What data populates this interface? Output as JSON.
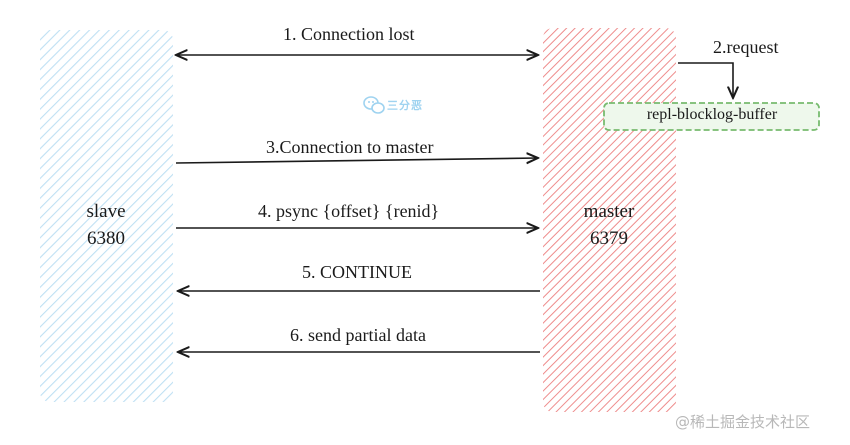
{
  "slave": {
    "name": "slave",
    "port": "6380"
  },
  "master": {
    "name": "master",
    "port": "6379"
  },
  "buffer": {
    "label": "repl-blocklog-buffer"
  },
  "request": {
    "label": "2.request"
  },
  "messages": [
    {
      "label": "1. Connection lost",
      "direction": "both"
    },
    {
      "label": "3.Connection to master",
      "direction": "right"
    },
    {
      "label": "4. psync {offset} {renid}",
      "direction": "right"
    },
    {
      "label": "5. CONTINUE",
      "direction": "left"
    },
    {
      "label": "6. send partial data",
      "direction": "left"
    }
  ],
  "logo": {
    "text": "三分恶",
    "icon": "wechat-icon"
  },
  "watermark": {
    "text": "@稀土掘金技术社区"
  },
  "colors": {
    "slave_hatch": "#bfe0f3",
    "master_hatch": "#ee8c8c",
    "buffer_border": "#77bb6f",
    "buffer_fill": "#eef8ec",
    "arrow": "#1a1a1a"
  }
}
